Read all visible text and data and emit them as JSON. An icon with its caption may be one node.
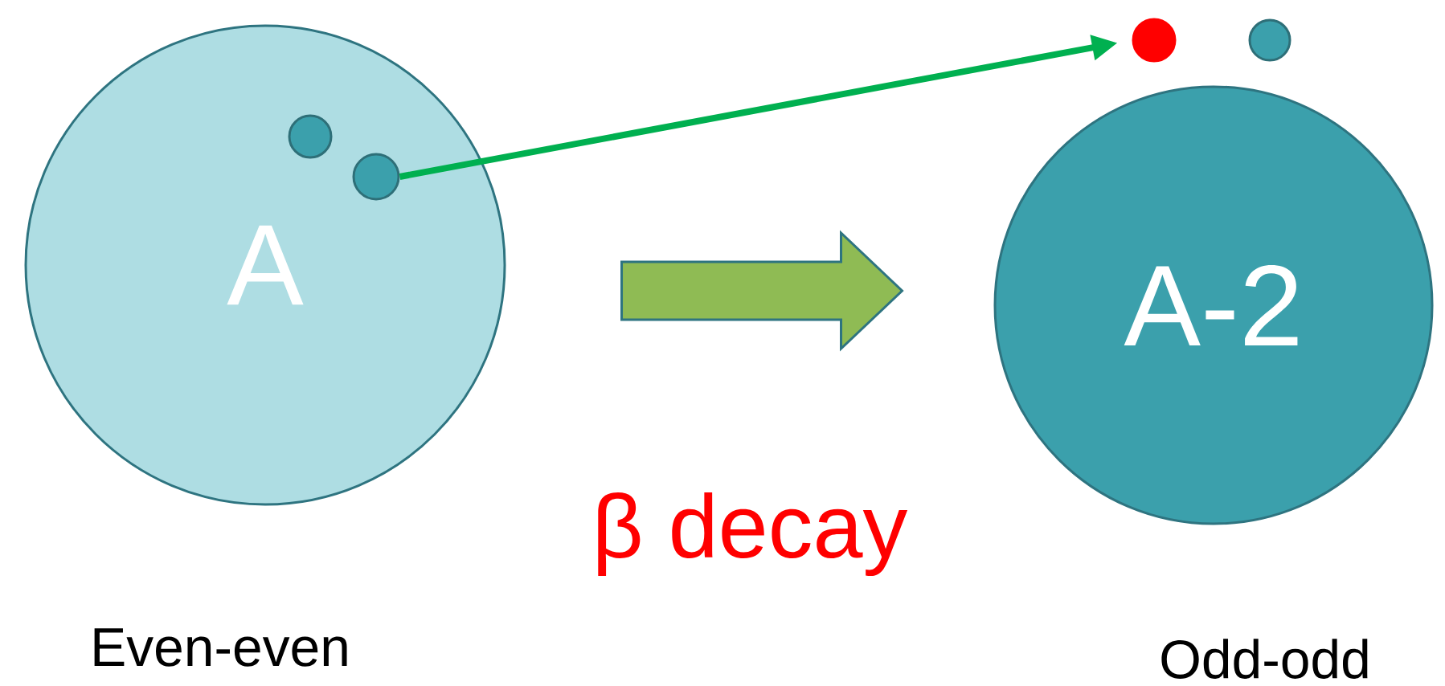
{
  "diagram": {
    "nodes": [
      {
        "text": [
          "A"
        ],
        "beside": [
          "Even-even"
        ]
      },
      {
        "text": [],
        "shape": "circle",
        "in": 0
      },
      {
        "text": [],
        "shape": "circle",
        "in": 0
      },
      {
        "text": [],
        "shape": "circle"
      },
      {
        "text": [],
        "shape": "circle"
      },
      {
        "text": [
          "A-2"
        ],
        "beside": [
          "Odd-odd"
        ]
      }
    ],
    "edges": [
      {
        "from": 2,
        "to": 3,
        "arrow": "to",
        "color": "#00b050"
      },
      {
        "from": 0,
        "to": 5,
        "arrow": "to",
        "style": "thick",
        "color": "#8fbb54",
        "label": "β decay"
      }
    ]
  }
}
